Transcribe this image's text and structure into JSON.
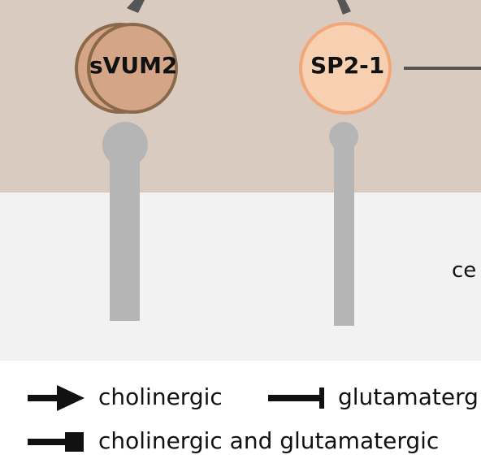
{
  "nodes": [
    {
      "id": "svum2",
      "label": "sVUM2",
      "fill": "#d4a586",
      "stroke": "#8b6a4c"
    },
    {
      "id": "sp2_1",
      "label": "SP2-1",
      "fill": "#f7cfb1",
      "stroke": "#f1a77a"
    }
  ],
  "region_label": "ce",
  "legend": {
    "cholinergic": "cholinergic",
    "glutamatergic": "glutamaterg",
    "both": "cholinergic and glutamatergic"
  },
  "colors": {
    "top_region": "#dacbc1",
    "middle_region": "#f2f2f2",
    "process": "#b5b5b5",
    "connection": "#555555"
  }
}
